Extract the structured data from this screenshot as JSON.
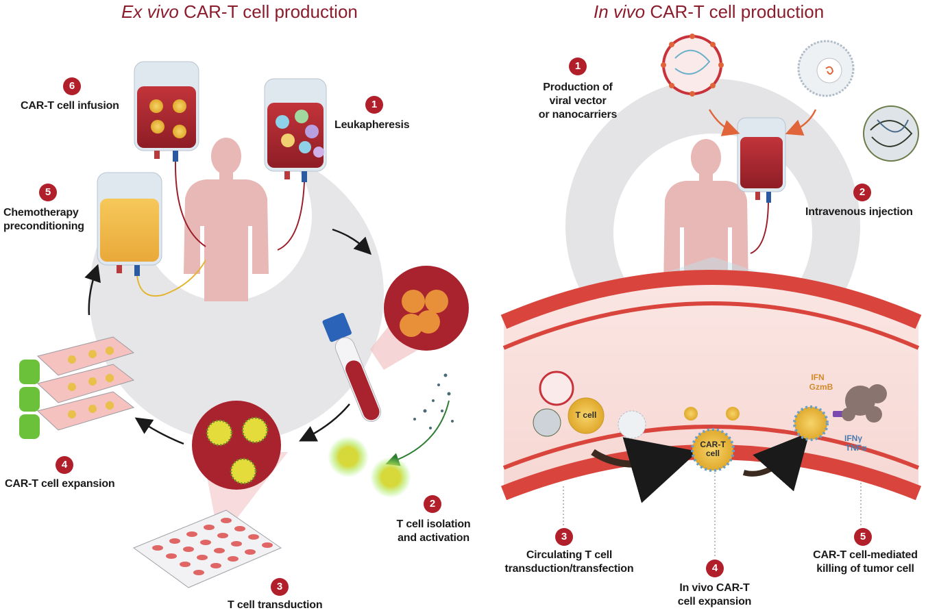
{
  "exvivo": {
    "title_em": "Ex vivo",
    "title_rest": " CAR-T cell production",
    "steps": [
      {
        "num": "1",
        "label": "Leukapheresis"
      },
      {
        "num": "2",
        "label_line1": "T cell isolation",
        "label_line2": "and activation"
      },
      {
        "num": "3",
        "label": "T cell transduction"
      },
      {
        "num": "4",
        "label": "CAR-T cell expansion"
      },
      {
        "num": "5",
        "label_line1": "Chemotherapy",
        "label_line2": "preconditioning"
      },
      {
        "num": "6",
        "label": "CAR-T cell infusion"
      }
    ]
  },
  "invivo": {
    "title_em": "In vivo",
    "title_rest": " CAR-T cell production",
    "steps": [
      {
        "num": "1",
        "label_line1": "Production of",
        "label_line2": "viral vector",
        "label_line3": "or nanocarriers"
      },
      {
        "num": "2",
        "label": "Intravenous injection"
      },
      {
        "num": "3",
        "label_line1": "Circulating T cell",
        "label_line2": "transduction/transfection"
      },
      {
        "num": "4",
        "label_line1": "In vivo CAR-T",
        "label_line2": "cell expansion"
      },
      {
        "num": "5",
        "label_line1": "CAR-T cell-mediated",
        "label_line2": "killing of tumor cell"
      }
    ],
    "cell_labels": {
      "tcell": "T cell",
      "cart_line1": "CAR-T",
      "cart_line2": "cell",
      "ifn": "IFN",
      "gzmb": "GzmB",
      "ifny": "IFNγ",
      "tnfa": "TNFα"
    }
  },
  "colors": {
    "accent": "#b11f2b",
    "title": "#8b1c2c",
    "vessel": "#d9453c",
    "blood": "#a8232e",
    "gray_ring": "#e4e4e6",
    "skin": "#e7b8b5"
  }
}
